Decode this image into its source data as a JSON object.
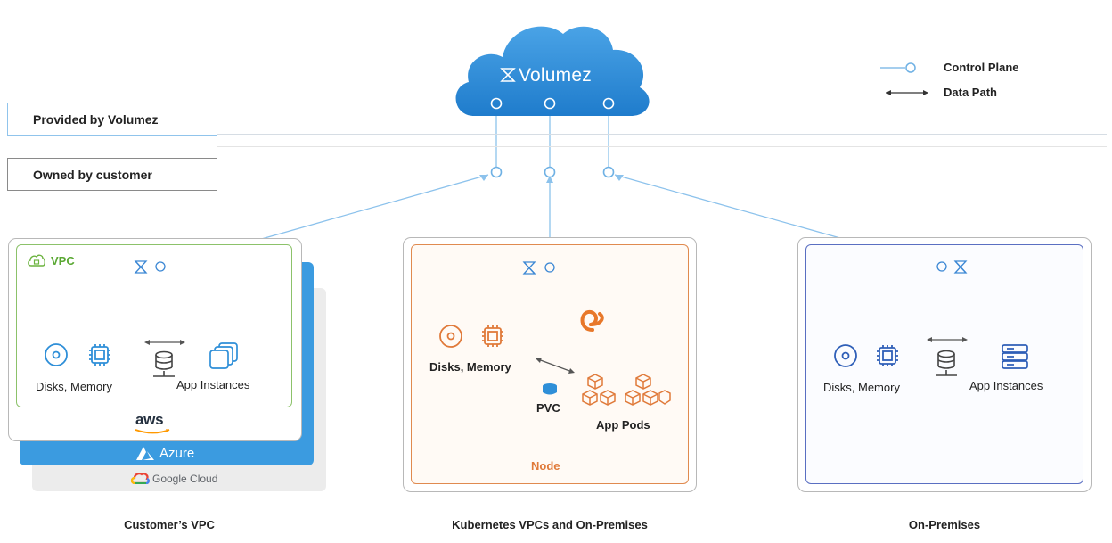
{
  "colors": {
    "cloud": "#2f8fd8",
    "control_line": "#8cc2ec",
    "vpc_green": "#7cc04d",
    "node_orange": "#e07a3a",
    "onprem_blue": "#4a63b8",
    "aws_bg": "#ffffff",
    "azure_bg": "#3b9be0",
    "gcloud_bg": "#ececec"
  },
  "cloud": {
    "title": "Volumez",
    "icon": "volumez-logo-icon"
  },
  "legend": {
    "control_plane": "Control Plane",
    "data_path": "Data Path"
  },
  "ownership": {
    "provided": "Provided by Volumez",
    "owned": "Owned by customer"
  },
  "panels": {
    "vpc": {
      "tag": "VPC",
      "disks_label": "Disks, Memory",
      "apps_label": "App Instances",
      "clouds": [
        "aws",
        "Azure",
        "Google Cloud"
      ],
      "caption": "Customer’s VPC"
    },
    "k8s": {
      "disks_label": "Disks, Memory",
      "pvc_label": "PVC",
      "pods_label": "App Pods",
      "node_label": "Node",
      "caption": "Kubernetes VPCs and On-Premises"
    },
    "onprem": {
      "disks_label": "Disks, Memory",
      "apps_label": "App Instances",
      "caption": "On-Premises"
    }
  }
}
